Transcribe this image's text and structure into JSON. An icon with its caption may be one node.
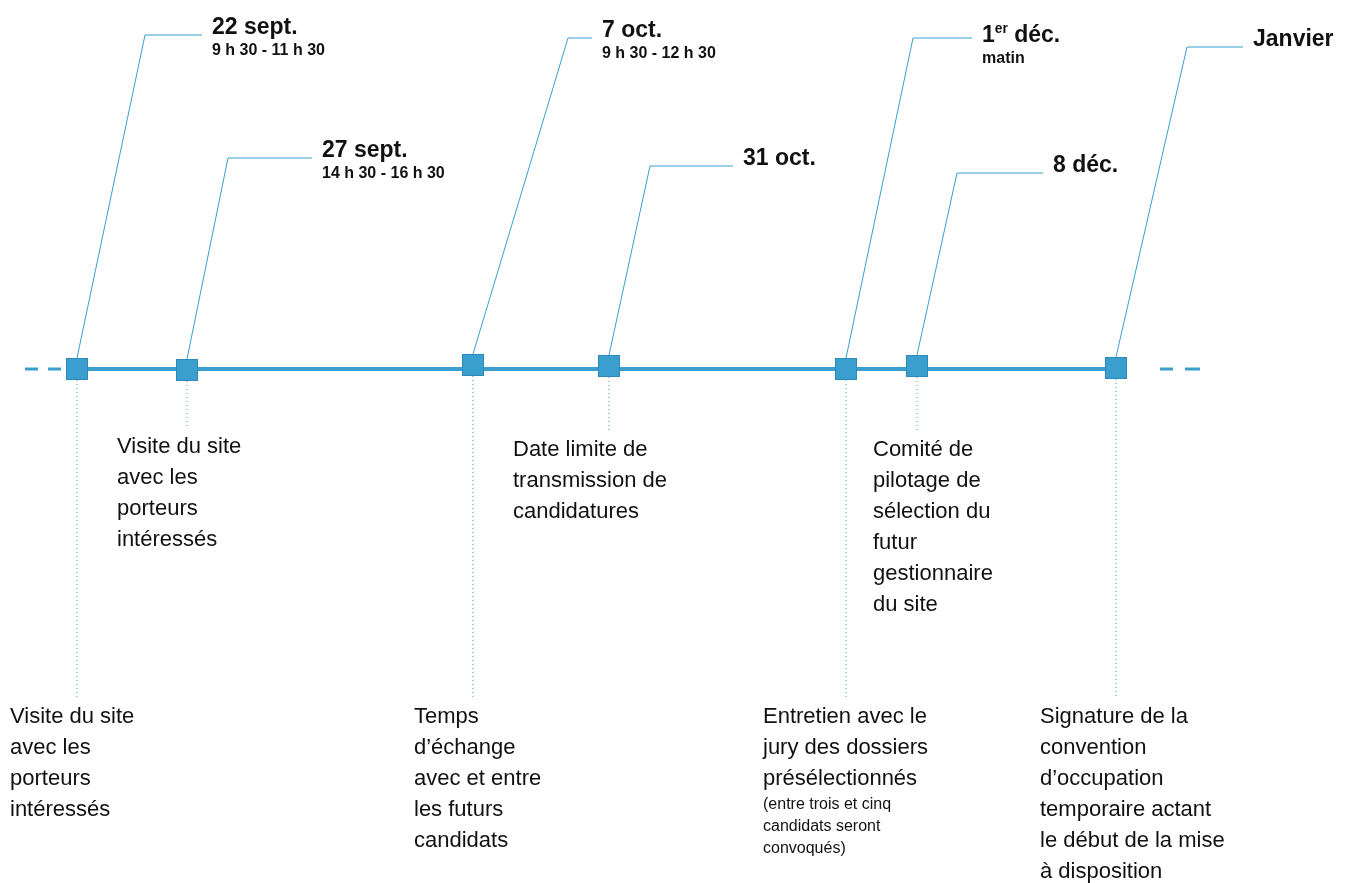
{
  "diagram": {
    "nodes": [
      {
        "text": [],
        "shape": "box"
      },
      {
        "text": [],
        "shape": "box"
      },
      {
        "text": [],
        "shape": "box"
      },
      {
        "text": [],
        "shape": "box"
      },
      {
        "text": [],
        "shape": "box"
      },
      {
        "text": [],
        "shape": "box"
      },
      {
        "text": [],
        "shape": "box"
      },
      {
        "text": [
          "22 sept.",
          "9 h 30 - 11 h 30"
        ]
      },
      {
        "text": [
          "27 sept.",
          "14 h 30 - 16 h 30"
        ]
      },
      {
        "text": [
          "7 oct.",
          "9 h 30 - 12 h 30"
        ]
      },
      {
        "text": [
          "31 oct."
        ]
      },
      {
        "text": [
          "1$^{er}$ déc.",
          "matin"
        ]
      },
      {
        "text": [
          "8 déc."
        ]
      },
      {
        "text": [
          "Janvier"
        ]
      },
      {
        "text": [
          "Visite du site avec les porteurs intéressés"
        ]
      },
      {
        "text": [
          "Visite du site avec les porteurs intéressés"
        ]
      },
      {
        "text": [
          "Temps d’échange avec et entre les futurs candidats"
        ]
      },
      {
        "text": [
          "Date limite de transmission de candidatures"
        ]
      },
      {
        "text": [
          "Entretien avec le jury des dossiers présélectionnés",
          "(entre trois et cinq candidats seront convoqués)"
        ]
      },
      {
        "text": [
          "Comité de pilotage de sélection du futur gestionnaire du site"
        ]
      },
      {
        "text": [
          "Signature de la convention d’occupation temporaire actant le début de la mise à disposition"
        ]
      }
    ],
    "edges": [
      {
        "from": 0,
        "to": 1,
        "arrow": "none",
        "style": "thick"
      },
      {
        "from": 1,
        "to": 2,
        "arrow": "none",
        "style": "thick"
      },
      {
        "from": 2,
        "to": 3,
        "arrow": "none",
        "style": "thick"
      },
      {
        "from": 3,
        "to": 4,
        "arrow": "none",
        "style": "thick"
      },
      {
        "from": 4,
        "to": 5,
        "arrow": "none",
        "style": "thick"
      },
      {
        "from": 5,
        "to": 6,
        "arrow": "none",
        "style": "thick"
      },
      {
        "from": 7,
        "to": 0,
        "arrow": "none"
      },
      {
        "from": 8,
        "to": 1,
        "arrow": "none"
      },
      {
        "from": 9,
        "to": 2,
        "arrow": "none"
      },
      {
        "from": 10,
        "to": 3,
        "arrow": "none"
      },
      {
        "from": 11,
        "to": 4,
        "arrow": "none"
      },
      {
        "from": 12,
        "to": 5,
        "arrow": "none"
      },
      {
        "from": 13,
        "to": 6,
        "arrow": "none"
      },
      {
        "from": 0,
        "to": 14,
        "arrow": "none",
        "style": "dashed"
      },
      {
        "from": 1,
        "to": 15,
        "arrow": "none",
        "style": "dashed"
      },
      {
        "from": 2,
        "to": 16,
        "arrow": "none",
        "style": "dashed"
      },
      {
        "from": 3,
        "to": 17,
        "arrow": "none",
        "style": "dashed"
      },
      {
        "from": 4,
        "to": 18,
        "arrow": "none",
        "style": "dashed"
      },
      {
        "from": 5,
        "to": 19,
        "arrow": "none",
        "style": "dashed"
      },
      {
        "from": 6,
        "to": 20,
        "arrow": "none",
        "style": "dashed"
      }
    ]
  }
}
